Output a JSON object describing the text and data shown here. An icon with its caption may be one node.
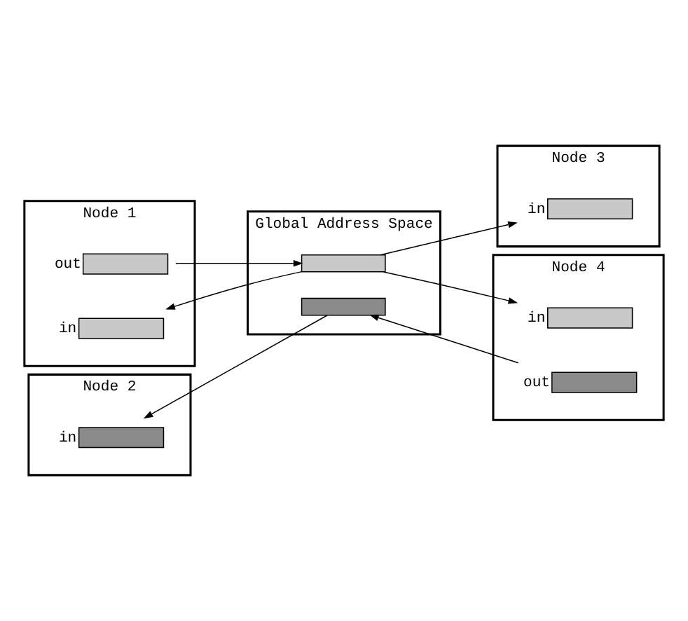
{
  "diagram": {
    "nodes": [
      {
        "text": [
          "Node 1"
        ]
      },
      {
        "text": [],
        "shape": "bar",
        "beside": [
          "out"
        ],
        "in": 0
      },
      {
        "text": [],
        "shape": "bar",
        "beside": [
          "in"
        ],
        "in": 0
      },
      {
        "text": [
          "Global Address Space"
        ]
      },
      {
        "text": [],
        "shape": "bar",
        "in": 3
      },
      {
        "text": [],
        "shape": "bar",
        "in": 3
      },
      {
        "text": [
          "Node 3"
        ]
      },
      {
        "text": [],
        "shape": "bar",
        "beside": [
          "in"
        ],
        "in": 6
      },
      {
        "text": [
          "Node 2"
        ]
      },
      {
        "text": [],
        "shape": "bar",
        "beside": [
          "in"
        ],
        "in": 8
      },
      {
        "text": [
          "Node 4"
        ]
      },
      {
        "text": [],
        "shape": "bar",
        "beside": [
          "in"
        ],
        "in": 10
      },
      {
        "text": [],
        "shape": "bar",
        "beside": [
          "out"
        ],
        "in": 10
      }
    ],
    "edges": [
      {
        "from": 1,
        "to": 4,
        "arrow": "to"
      },
      {
        "from": 4,
        "to": 2,
        "arrow": "to"
      },
      {
        "from": 4,
        "to": 7,
        "arrow": "to"
      },
      {
        "from": 4,
        "to": 11,
        "arrow": "to"
      },
      {
        "from": 12,
        "to": 5,
        "arrow": "to"
      },
      {
        "from": 5,
        "to": 9,
        "arrow": "to"
      }
    ]
  }
}
